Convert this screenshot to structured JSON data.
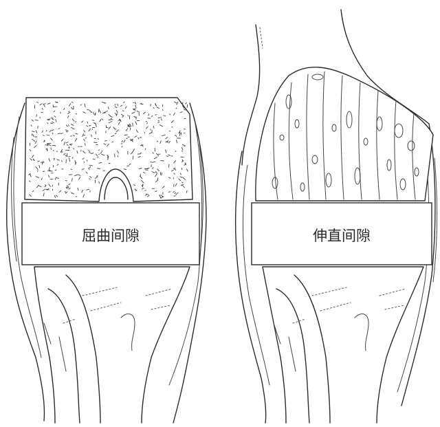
{
  "figure": {
    "panels": [
      {
        "id": "flexion",
        "gap_label": "屈曲间隙"
      },
      {
        "id": "extension",
        "gap_label": "伸直间隙"
      }
    ]
  },
  "colors": {
    "ink": "#2b2b2b",
    "background": "#ffffff"
  }
}
